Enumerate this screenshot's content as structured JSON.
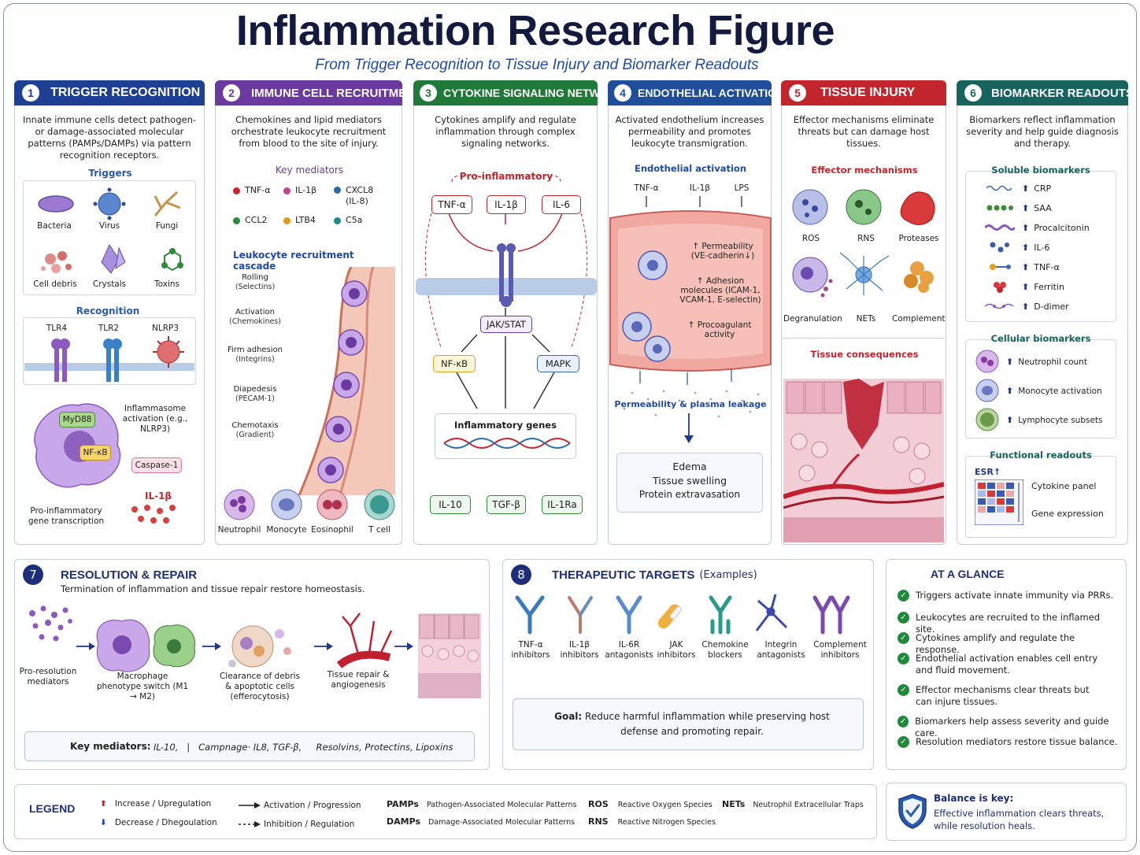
{
  "header": {
    "title": "Inflammation Research Figure",
    "subtitle": "From Trigger Recognition to Tissue Injury and Biomarker Readouts"
  },
  "colors": {
    "p1": "#1d3f94",
    "p2": "#6a3aa0",
    "p3": "#1f7a3a",
    "p4": "#1f4f9a",
    "p5": "#c2262c",
    "p6": "#17645f",
    "p7": "#1d2f7a",
    "p8": "#1d2f7a"
  },
  "panel1": {
    "num": "1",
    "title": "TRIGGER RECOGNITION",
    "desc": "Innate immune cells detect pathogen- or damage-associated molecular patterns (PAMPs/DAMPs) via pattern recognition receptors.",
    "triggers_label": "Triggers",
    "triggers": [
      "Bacteria",
      "Virus",
      "Fungi",
      "Cell debris",
      "Crystals",
      "Toxins"
    ],
    "recognition_label": "Recognition",
    "receptors": [
      "TLR4",
      "TLR2",
      "NLRP3"
    ],
    "myd88": "MyD88",
    "nfkb": "NF-κB",
    "inflammasome": "Inflammasome activation (e.g., NLRP3)",
    "caspase": "Caspase-1",
    "il1b": "IL-1β",
    "gene": "Pro-inflammatory gene transcription"
  },
  "panel2": {
    "num": "2",
    "title": "IMMUNE CELL RECRUITMENT",
    "desc": "Chemokines and lipid mediators orchestrate leukocyte recruitment from blood to the site of injury.",
    "key_label": "Key mediators",
    "mediators": [
      {
        "label": "TNF-α",
        "color": "#c8262c"
      },
      {
        "label": "IL-1β",
        "color": "#c8408a"
      },
      {
        "label": "CXCL8 (IL-8)",
        "color": "#2a6aa8"
      },
      {
        "label": "CCL2",
        "color": "#2f8a3a"
      },
      {
        "label": "LTB4",
        "color": "#e39a1a"
      },
      {
        "label": "C5a",
        "color": "#1f8a8a"
      }
    ],
    "cascade_label": "Leukocyte recruitment cascade",
    "steps": [
      {
        "name": "Rolling",
        "sub": "(Selectins)"
      },
      {
        "name": "Activation",
        "sub": "(Chemokines)"
      },
      {
        "name": "Firm adhesion",
        "sub": "(Integrins)"
      },
      {
        "name": "Diapedesis",
        "sub": "(PECAM-1)"
      },
      {
        "name": "Chemotaxis",
        "sub": "(Gradient)"
      }
    ],
    "cells": [
      "Neutrophil",
      "Monocyte",
      "Eosinophil",
      "T cell"
    ]
  },
  "panel3": {
    "num": "3",
    "title": "CYTOKINE SIGNALING NETWORK",
    "desc": "Cytokines amplify and regulate inflammation through complex signaling networks.",
    "pro_label": "Pro-inflammatory",
    "pro": [
      "TNF-α",
      "IL-1β",
      "IL-6"
    ],
    "jak": "JAK/STAT",
    "nfkb": "NF-κB",
    "mapk": "MAPK",
    "genes": "Inflammatory genes",
    "anti": [
      "IL-10",
      "TGF-β",
      "IL-1Ra"
    ]
  },
  "panel4": {
    "num": "4",
    "title": "ENDOTHELIAL ACTIVATION",
    "desc": "Activated endothelium increases permeability and promotes leukocyte transmigration.",
    "endo_label": "Endothelial activation",
    "inputs": [
      "TNF-α",
      "IL-1β",
      "LPS"
    ],
    "perm": "↑ Permeability (VE-cadherin↓)",
    "adhesion": "↑ Adhesion molecules (ICAM-1, VCAM-1, E-selectin)",
    "procoag": "↑ Procoagulant activity",
    "leak": "Permeability & plasma leakage",
    "outcome": [
      "Edema",
      "Tissue swelling",
      "Protein extravasation"
    ]
  },
  "panel5": {
    "num": "5",
    "title": "TISSUE INJURY",
    "desc": "Effector mechanisms eliminate threats but can damage host tissues.",
    "effector_label": "Effector mechanisms",
    "effectors": [
      "ROS",
      "RNS",
      "Proteases",
      "Degranulation",
      "NETs",
      "Complement"
    ],
    "consequences_label": "Tissue consequences"
  },
  "panel6": {
    "num": "6",
    "title": "BIOMARKER READOUTS",
    "desc": "Biomarkers reflect inflammation severity and help guide diagnosis and therapy.",
    "soluble_label": "Soluble biomarkers",
    "soluble": [
      "CRP",
      "SAA",
      "Procalcitonin",
      "IL-6",
      "TNF-α",
      "Ferritin",
      "D-dimer"
    ],
    "cellular_label": "Cellular biomarkers",
    "cellular": [
      "Neutrophil count",
      "Monocyte activation",
      "Lymphocyte subsets"
    ],
    "functional_label": "Functional readouts",
    "esr": "ESR↑",
    "functional": [
      "Cytokine panel",
      "Gene expression"
    ]
  },
  "panel7": {
    "num": "7",
    "title": "RESOLUTION & REPAIR",
    "desc": "Termination of inflammation and tissue repair restore homeostasis.",
    "steps": [
      "Pro-resolution mediators",
      "Macrophage phenotype switch (M1 → M2)",
      "Clearance of debris & apoptotic cells (efferocytosis)",
      "Tissue repair & angiogenesis"
    ],
    "key_label": "Key mediators:",
    "key_values": "IL-10,   |   Campnage· IL8, TGF-β,     Resolvins, Protectins, Lipoxins"
  },
  "panel8": {
    "num": "8",
    "title": "THERAPEUTIC TARGETS",
    "title_suffix": "(Examples)",
    "targets": [
      "TNF-α inhibitors",
      "IL-1β inhibitors",
      "IL-6R antagonists",
      "JAK inhibitors",
      "Chemokine blockers",
      "Integrin antagonists",
      "Complement inhibitors"
    ],
    "goal_label": "Goal:",
    "goal_text": "Reduce harmful inflammation while preserving host defense and promoting repair."
  },
  "glance": {
    "title": "AT A GLANCE",
    "items": [
      "Triggers activate innate immunity via PRRs.",
      "Leukocytes are recruited to the inflamed site.",
      "Cytokines amplify and regulate the response.",
      "Endothelial activation enables cell entry and fluid movement.",
      "Effector mechanisms clear threats but can injure tissues.",
      "Biomarkers help assess severity and guide care.",
      "Resolution mediators restore tissue balance."
    ]
  },
  "legend": {
    "title": "LEGEND",
    "increase": "Increase / Upregulation",
    "decrease": "Decrease / Dhegoulation",
    "activation": "Activation / Progression",
    "inhibition": "Inhibition / Regulation",
    "abbrevs": [
      {
        "abbr": "PAMPs",
        "full": "Pathogen-Associated Molecular Patterns"
      },
      {
        "abbr": "DAMPs",
        "full": "Damage-Associated Molecular Patterns"
      },
      {
        "abbr": "ROS",
        "full": "Reactive Oxygen Species"
      },
      {
        "abbr": "RNS",
        "full": "Reactive Nitrogen Species"
      },
      {
        "abbr": "NETs",
        "full": "Neutrophil Extracellular Traps"
      }
    ]
  },
  "balance": {
    "title": "Balance is key:",
    "text": "Effective inflammation clears threats, while resolution heals."
  }
}
